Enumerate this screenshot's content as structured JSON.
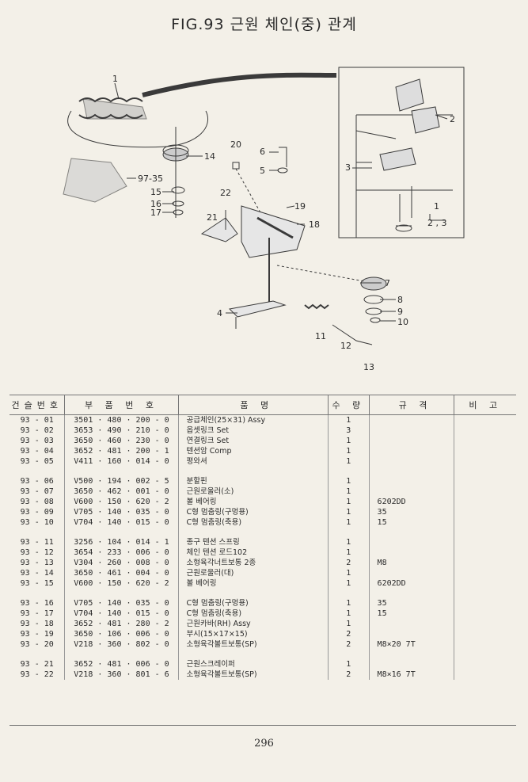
{
  "title": "FIG.93 근원 체인(중) 관계",
  "diagram": {
    "callouts": [
      "1",
      "2",
      "3",
      "4",
      "5",
      "6",
      "7",
      "8",
      "9",
      "10",
      "11",
      "12",
      "13",
      "14",
      "15",
      "16",
      "17",
      "18",
      "19",
      "20",
      "21",
      "22",
      "97-35",
      "1",
      "2 , 3"
    ]
  },
  "table": {
    "headers": [
      "건슬번호",
      "부 품 번 호",
      "품 명",
      "수 량",
      "규 격",
      "비 고"
    ],
    "rows": [
      {
        "no": "93 - 01",
        "part": "3501 · 480 · 200 - 0",
        "name": "공급체인(25×31) Assy",
        "qty": "1",
        "spec": "",
        "rmk": ""
      },
      {
        "no": "93 - 02",
        "part": "3653 · 490 · 210 - 0",
        "name": "옵셋링크 Set",
        "qty": "3",
        "spec": "",
        "rmk": ""
      },
      {
        "no": "93 - 03",
        "part": "3650 · 460 · 230 - 0",
        "name": "연결링크 Set",
        "qty": "1",
        "spec": "",
        "rmk": ""
      },
      {
        "no": "93 - 04",
        "part": "3652 · 481 · 200 - 1",
        "name": "텐션암 Comp",
        "qty": "1",
        "spec": "",
        "rmk": ""
      },
      {
        "no": "93 - 05",
        "part": "V411 · 160 · 014 - 0",
        "name": "평와셔",
        "qty": "1",
        "spec": "",
        "rmk": ""
      },
      {
        "gap": true
      },
      {
        "no": "93 - 06",
        "part": "V500 · 194 · 002 - 5",
        "name": "분할핀",
        "qty": "1",
        "spec": "",
        "rmk": ""
      },
      {
        "no": "93 - 07",
        "part": "3650 · 462 · 001 - 0",
        "name": "근원로울러(소)",
        "qty": "1",
        "spec": "",
        "rmk": ""
      },
      {
        "no": "93 - 08",
        "part": "V600 · 150 · 620 - 2",
        "name": "볼 베어링",
        "qty": "1",
        "spec": "6202DD",
        "rmk": ""
      },
      {
        "no": "93 - 09",
        "part": "V705 · 140 · 035 - 0",
        "name": "C형 멈춤링(구멍용)",
        "qty": "1",
        "spec": "35",
        "rmk": ""
      },
      {
        "no": "93 - 10",
        "part": "V704 · 140 · 015 - 0",
        "name": "C형 멈춤링(축용)",
        "qty": "1",
        "spec": "15",
        "rmk": ""
      },
      {
        "gap": true
      },
      {
        "no": "93 - 11",
        "part": "3256 · 104 · 014 - 1",
        "name": "종구 텐션 스프링",
        "qty": "1",
        "spec": "",
        "rmk": ""
      },
      {
        "no": "93 - 12",
        "part": "3654 · 233 · 006 - 0",
        "name": "체인 텐션 로드102",
        "qty": "1",
        "spec": "",
        "rmk": ""
      },
      {
        "no": "93 - 13",
        "part": "V304 · 260 · 008 - 0",
        "name": "소형육각너트보통 2종",
        "qty": "2",
        "spec": "M8",
        "rmk": ""
      },
      {
        "no": "93 - 14",
        "part": "3650 · 461 · 004 - 0",
        "name": "근원로울러(대)",
        "qty": "1",
        "spec": "",
        "rmk": ""
      },
      {
        "no": "93 - 15",
        "part": "V600 · 150 · 620 - 2",
        "name": "볼 베어링",
        "qty": "1",
        "spec": "6202DD",
        "rmk": ""
      },
      {
        "gap": true
      },
      {
        "no": "93 - 16",
        "part": "V705 · 140 · 035 - 0",
        "name": "C형 멈춤링(구멍용)",
        "qty": "1",
        "spec": "35",
        "rmk": ""
      },
      {
        "no": "93 - 17",
        "part": "V704 · 140 · 015 - 0",
        "name": "C형 멈춤링(축용)",
        "qty": "1",
        "spec": "15",
        "rmk": ""
      },
      {
        "no": "93 - 18",
        "part": "3652 · 481 · 280 - 2",
        "name": "근원카바(RH) Assy",
        "qty": "1",
        "spec": "",
        "rmk": ""
      },
      {
        "no": "93 - 19",
        "part": "3650 · 106 · 006 - 0",
        "name": "부시(15×17×15)",
        "qty": "2",
        "spec": "",
        "rmk": ""
      },
      {
        "no": "93 - 20",
        "part": "V218 · 360 · 802 - 0",
        "name": "소형육각볼트보통(SP)",
        "qty": "2",
        "spec": "M8×20 7T",
        "rmk": ""
      },
      {
        "gap": true
      },
      {
        "no": "93 - 21",
        "part": "3652 · 481 · 006 - 0",
        "name": "근원스크레이퍼",
        "qty": "1",
        "spec": "",
        "rmk": ""
      },
      {
        "no": "93 - 22",
        "part": "V218 · 360 · 801 - 6",
        "name": "소형육각볼트보통(SP)",
        "qty": "2",
        "spec": "M8×16 7T",
        "rmk": ""
      }
    ]
  },
  "page_number": "296"
}
